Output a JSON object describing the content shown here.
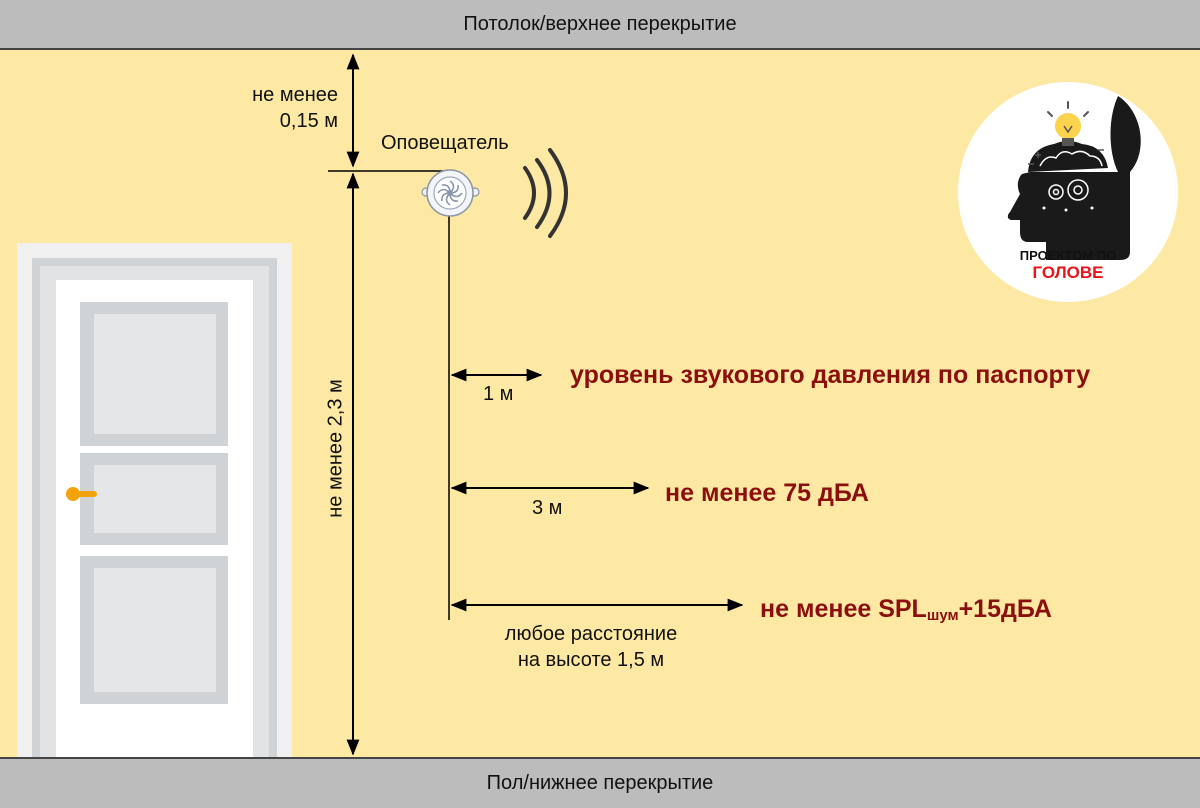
{
  "ceiling_label": "Потолок/верхнее перекрытие",
  "floor_label": "Пол/нижнее перекрытие",
  "top_gap": {
    "line1": "не менее",
    "line2": "0,15 м"
  },
  "device_label": "Оповещатель",
  "height_label": "не менее 2,3 м",
  "measurements": [
    {
      "distance": "1 м",
      "requirement": "уровень звукового давления по паспорту"
    },
    {
      "distance": "3 м",
      "requirement": "не менее 75 дБА"
    },
    {
      "distance_line1": "любое расстояние",
      "distance_line2": "на высоте 1,5 м",
      "requirement_main": "не менее SPL",
      "requirement_sub": "шум",
      "requirement_tail": "+15дБА"
    }
  ],
  "logo": {
    "line1": "ПРОЕКТОМ ПО",
    "line2": "ГОЛОВЕ"
  },
  "colors": {
    "wall": "#fde9a3",
    "band": "#bcbcbc",
    "requirement_text": "#8b0f0f",
    "logo_accent": "#e8141a",
    "door_handle": "#f2a20a"
  }
}
